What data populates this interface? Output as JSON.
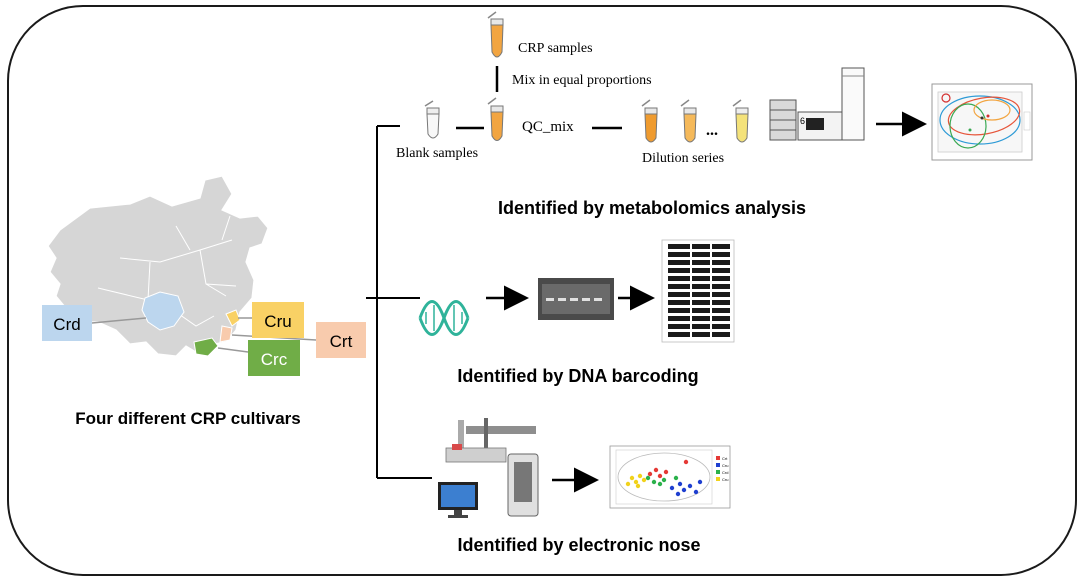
{
  "map": {
    "title": "Four different CRP cultivars",
    "labels": [
      {
        "text": "Crd",
        "color": "#bcd6ee"
      },
      {
        "text": "Cru",
        "color": "#f9d165"
      },
      {
        "text": "Crc",
        "color": "#70ad47"
      },
      {
        "text": "Crt",
        "color": "#f8cbad"
      }
    ]
  },
  "metabolomics": {
    "crp_samples": "CRP samples",
    "mix": "Mix in equal proportions",
    "qc_mix": "QC_mix",
    "blank": "Blank samples",
    "dilution": "Dilution series",
    "ellipsis": "...",
    "caption": "Identified by metabolomics analysis"
  },
  "dna": {
    "caption": "Identified by DNA barcoding"
  },
  "enose": {
    "caption": "Identified by electronic nose",
    "legend": [
      "Crt",
      "Cru",
      "Crd",
      "Cru"
    ],
    "legend_colors": [
      "#e53935",
      "#1e3fd0",
      "#2bb14b",
      "#f1d21b"
    ]
  },
  "colors": {
    "tube_orange": "#f2a541",
    "tube_yellow": "#f4e27a",
    "helix": "#2fb39a",
    "map_gray": "#d6d6d6"
  }
}
